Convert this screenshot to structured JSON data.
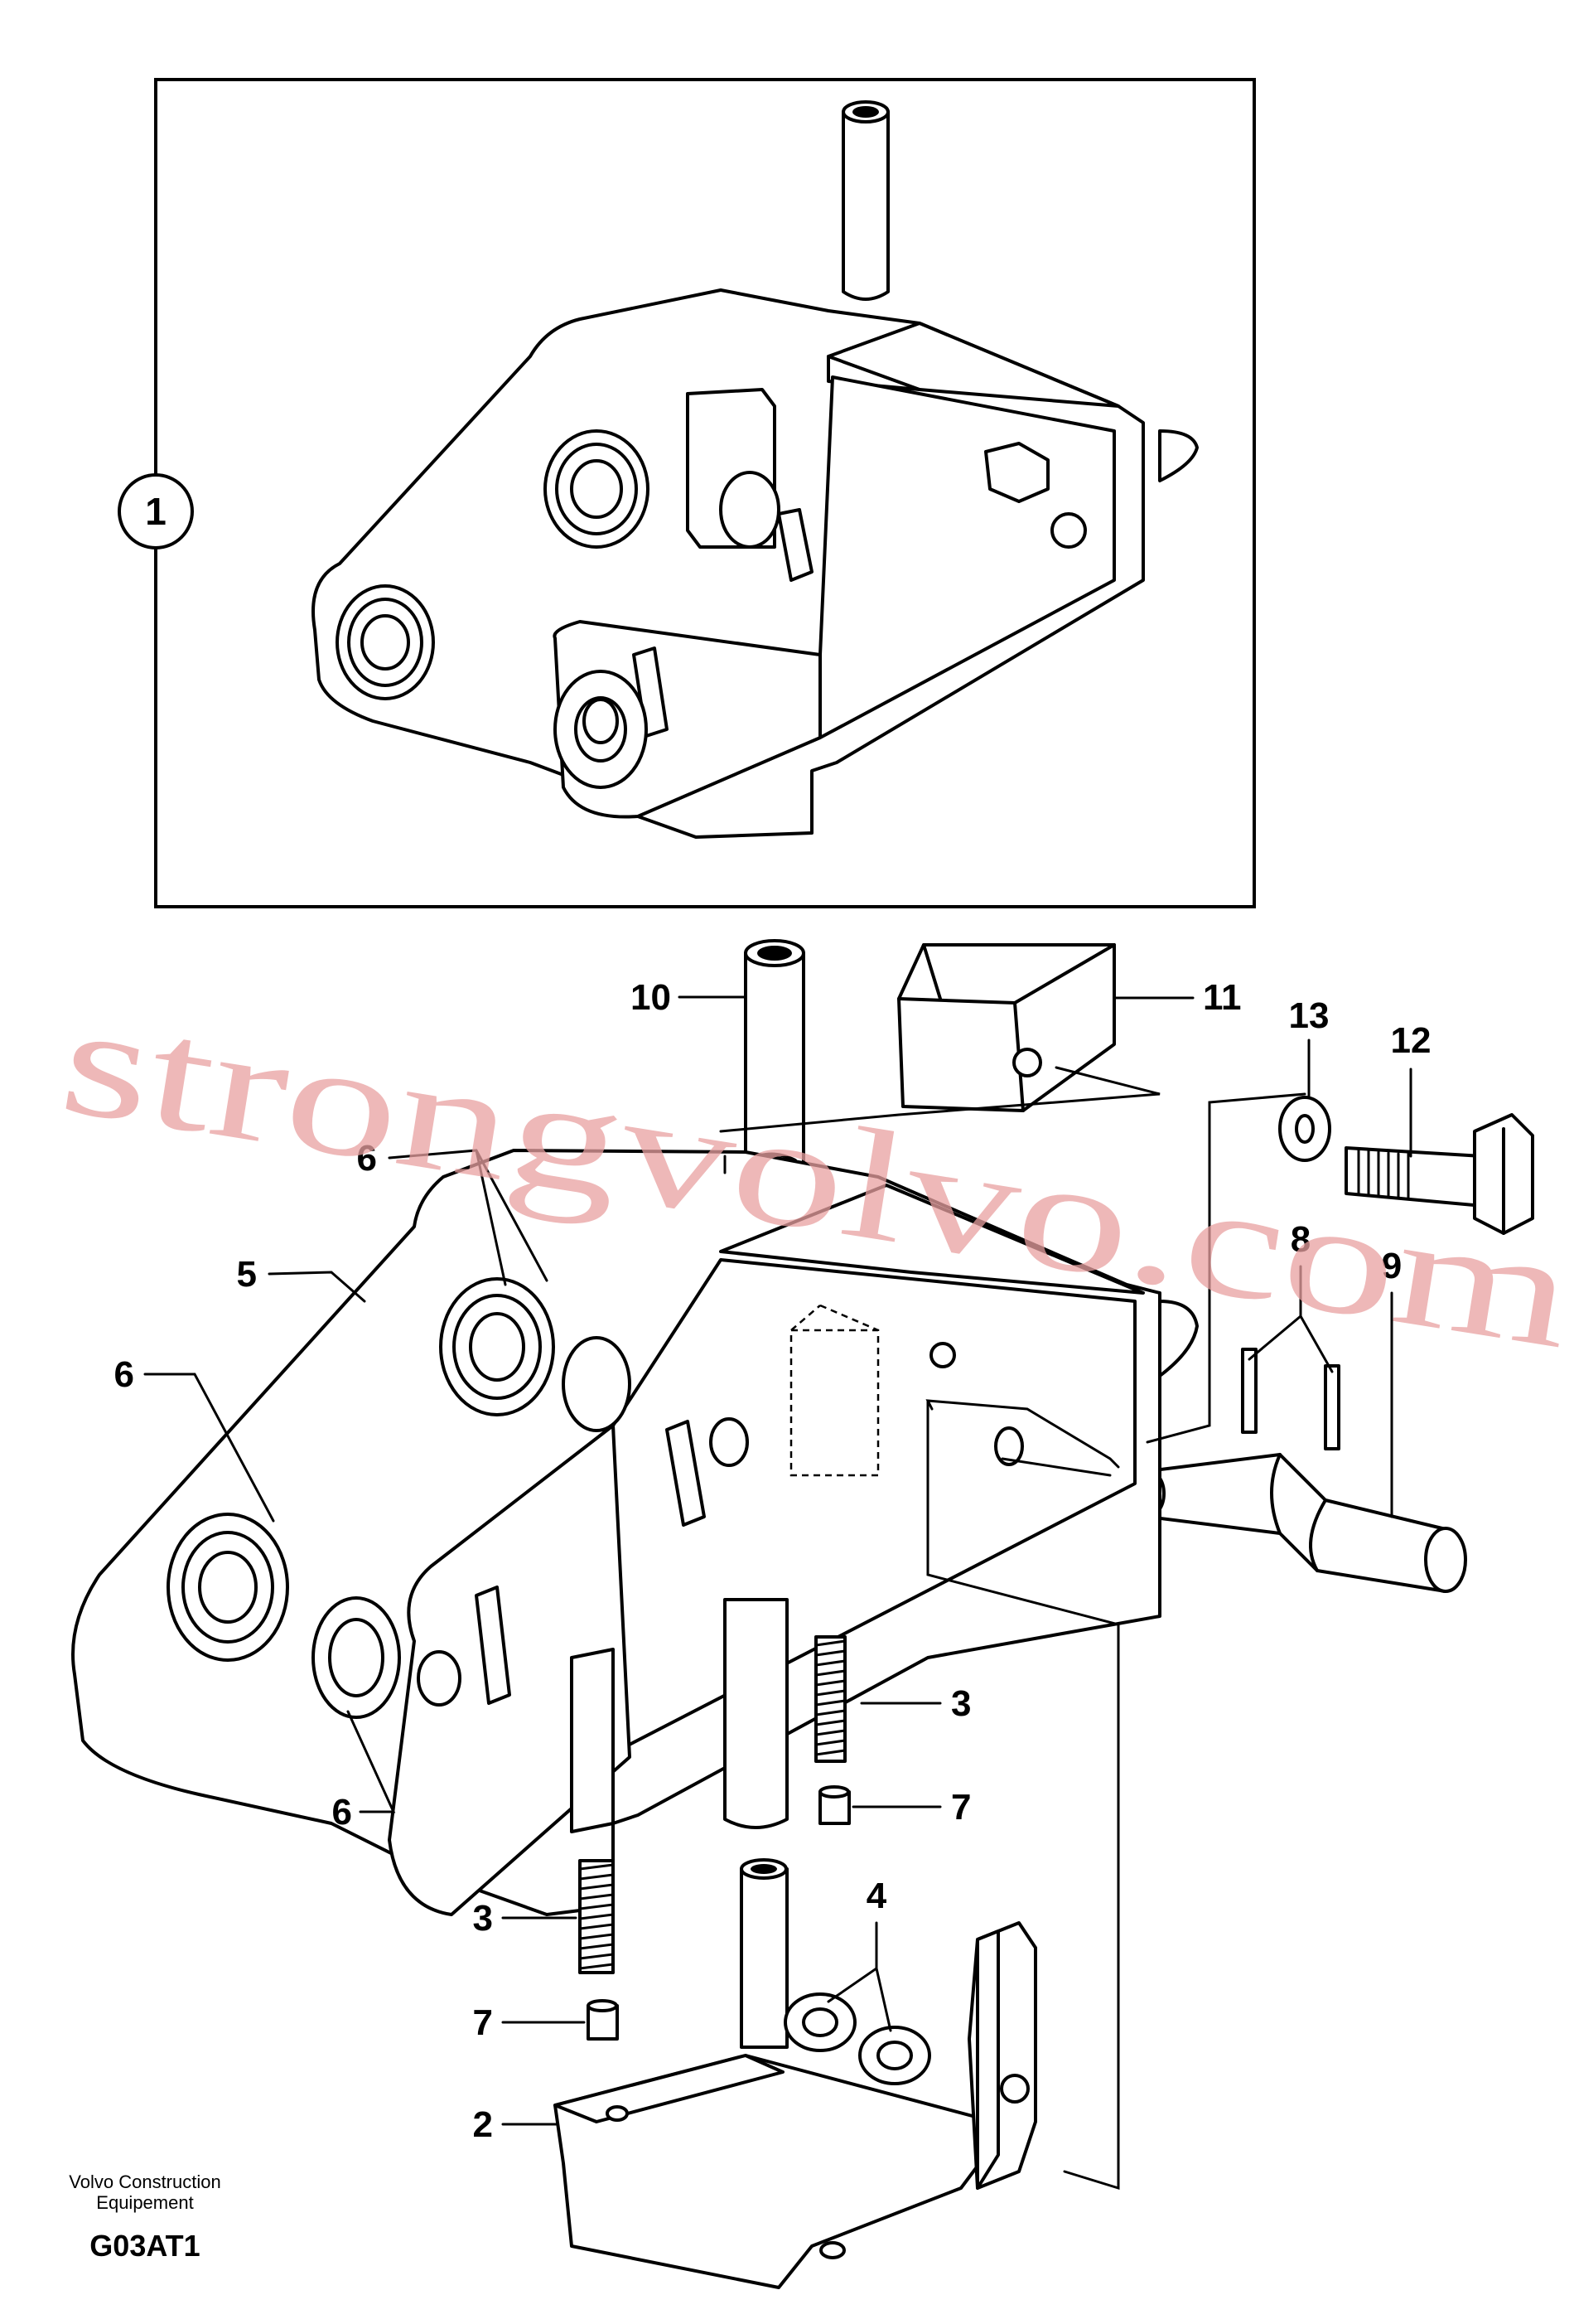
{
  "diagram": {
    "assembly_label": "1",
    "callouts": {
      "c2": "2",
      "c3a": "3",
      "c3b": "3",
      "c4": "4",
      "c5": "5",
      "c6a": "6",
      "c6b": "6",
      "c6c": "6",
      "c7a": "7",
      "c7b": "7",
      "c8": "8",
      "c9": "9",
      "c10": "10",
      "c11": "11",
      "c12": "12",
      "c13": "13"
    },
    "watermark": "strongvolvo.com"
  },
  "footer": {
    "company_line1": "Volvo Construction",
    "company_line2": "Equipement",
    "figure_code": "G03AT1"
  }
}
